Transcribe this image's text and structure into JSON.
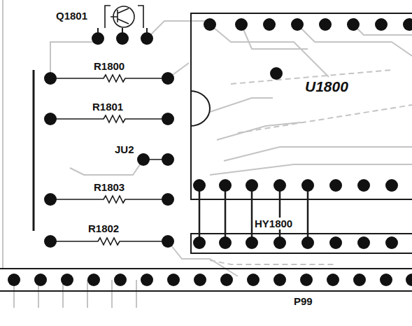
{
  "diagram": {
    "nodes": [
      {
        "text": [
          "U1800"
        ]
      },
      {
        "text": [
          "HY1800"
        ]
      },
      {
        "text": [
          "P99"
        ]
      }
    ],
    "edges": [
      {
        "from": 0,
        "to": 1,
        "arrow": "none"
      },
      {
        "from": 0,
        "to": 1,
        "arrow": "none"
      },
      {
        "from": 0,
        "to": 1,
        "arrow": "none"
      },
      {
        "from": 0,
        "to": 1,
        "arrow": "none"
      },
      {
        "from": 0,
        "to": 1,
        "arrow": "none"
      }
    ],
    "labels": [
      "Q1801",
      "R1800",
      "R1801",
      "JU2",
      "R1803",
      "R1802"
    ]
  }
}
